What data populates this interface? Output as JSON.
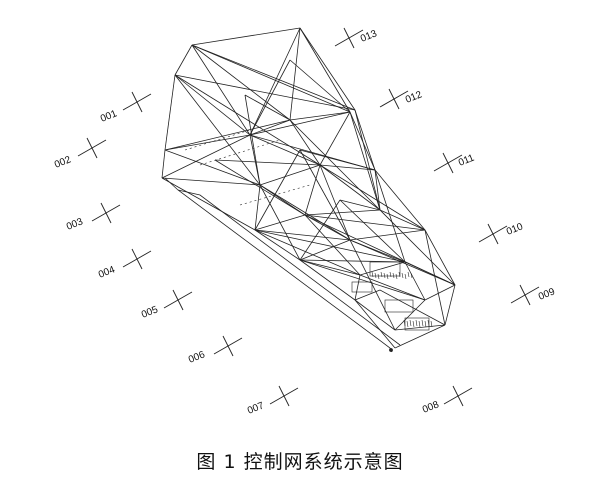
{
  "colors": {
    "line": "#222222",
    "background": "#ffffff"
  },
  "markers": [
    "001",
    "002",
    "003",
    "004",
    "005",
    "006",
    "007",
    "008",
    "009",
    "010",
    "011",
    "012",
    "013"
  ],
  "caption": "图 1 控制网系统示意图"
}
